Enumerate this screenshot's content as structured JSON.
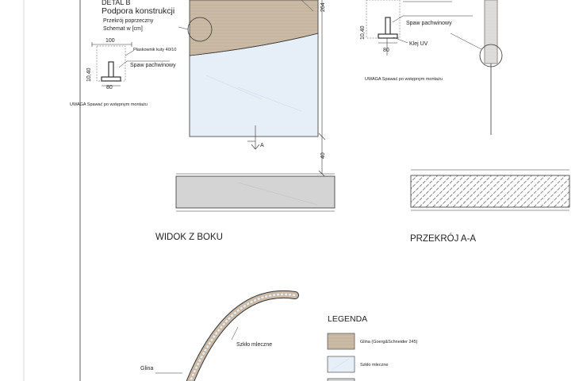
{
  "detail_b": {
    "title": "DETAL B",
    "subtitle": "Podpora konstrukcji",
    "section_note": "Przekrój poprzeczny",
    "scale_note": "Schemat w [cm]",
    "dim_width": "100",
    "dim_height": "10,40",
    "dim_base": "80",
    "flat_bar": "Płaskownik kuty 40/10",
    "weld": "Spaw pachwinowy",
    "warning": "UWAGA Spawać po wstępnym montażu"
  },
  "front_view": {
    "dim_height": "264",
    "dim_gap": "40",
    "section_mark": "A"
  },
  "right_detail": {
    "weld": "Spaw pachwinowy",
    "glue": "Klej UV",
    "dim_height": "10,40",
    "dim_base": "80",
    "warning": "UWAGA Spawać po wstępnym montażu"
  },
  "side_view": {
    "label": "WIDOK Z BOKU"
  },
  "section_view": {
    "label": "PRZEKRÓJ A-A"
  },
  "plan_view": {
    "glass_label": "Szkło mleczne",
    "clay_label": "Glina"
  },
  "legend": {
    "title": "LEGENDA",
    "items": [
      {
        "label": "Glina (Goerg&Schneider 245)"
      },
      {
        "label": "Szkło mleczne"
      },
      {
        "label": ""
      }
    ]
  },
  "colors": {
    "clay": "#cbbba6",
    "glass": "#e6eef8",
    "concrete": "#d4d4d4",
    "line": "#333333"
  }
}
